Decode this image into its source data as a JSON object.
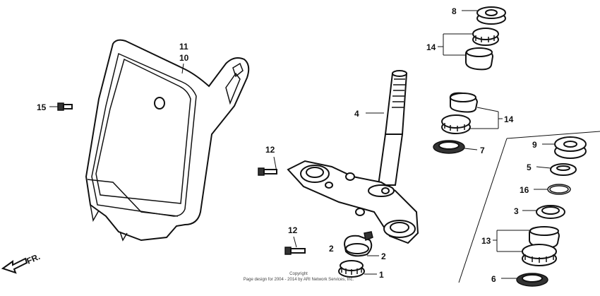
{
  "callouts": {
    "c1": "1",
    "c2": "2",
    "c2b": "2",
    "c3": "3",
    "c4": "4",
    "c5": "5",
    "c6": "6",
    "c7": "7",
    "c8": "8",
    "c9": "9",
    "c10": "10",
    "c11": "11",
    "c12a": "12",
    "c12b": "12",
    "c13": "13",
    "c14a": "14",
    "c14b": "14",
    "c15": "15",
    "c16": "16"
  },
  "direction_label": "FR.",
  "copyright": {
    "line1": "Copyright",
    "line2": "Page design for 2004 - 2014 by ARI Network Services, Inc."
  }
}
